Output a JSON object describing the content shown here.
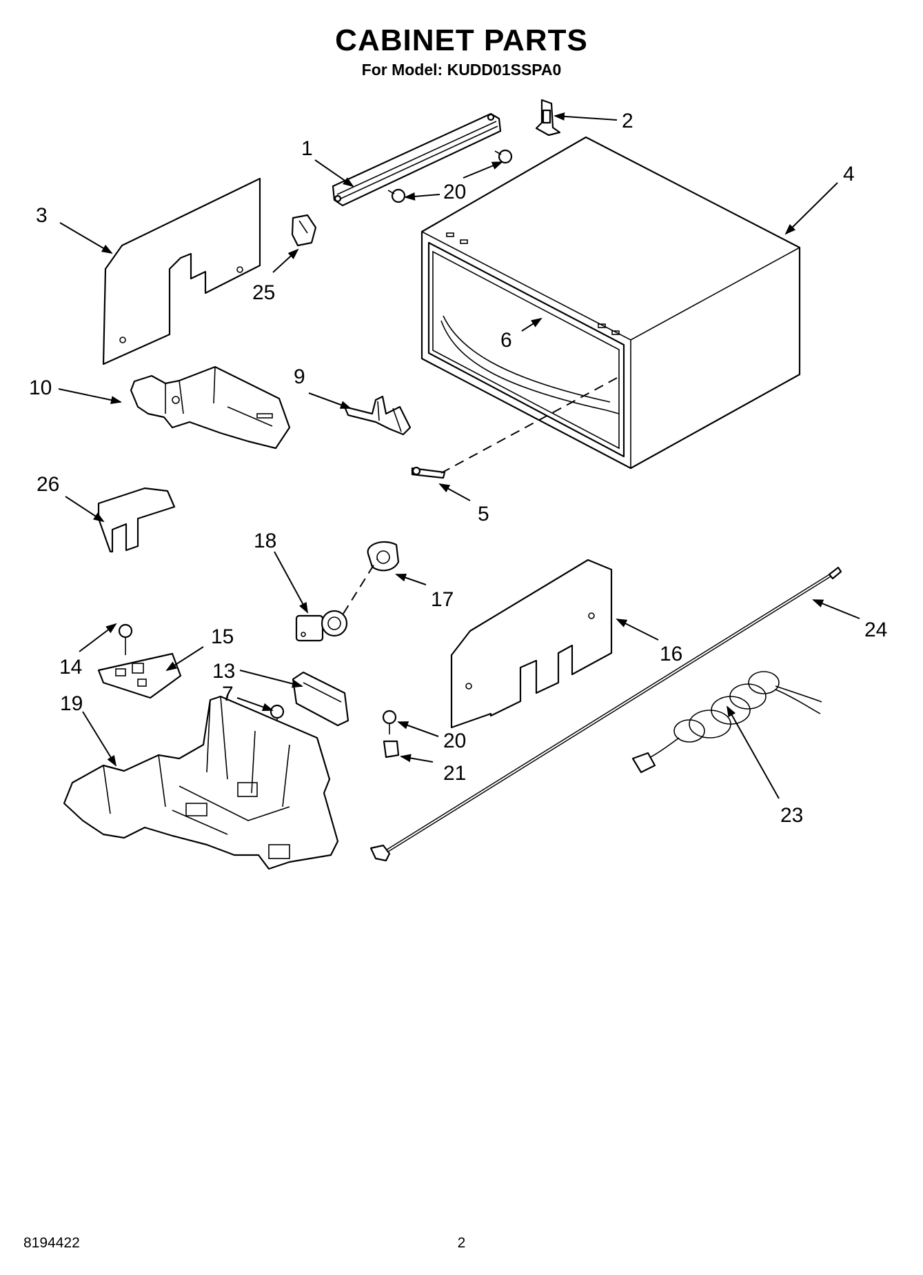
{
  "header": {
    "title": "CABINET PARTS",
    "subtitle": "For Model: KUDD01SSPA0"
  },
  "footer": {
    "doc_number": "8194422",
    "page_number": "2"
  },
  "callouts": [
    "1",
    "2",
    "3",
    "4",
    "5",
    "6",
    "7",
    "9",
    "10",
    "13",
    "14",
    "15",
    "16",
    "17",
    "18",
    "19",
    "20",
    "20",
    "21",
    "23",
    "24",
    "25",
    "26"
  ]
}
